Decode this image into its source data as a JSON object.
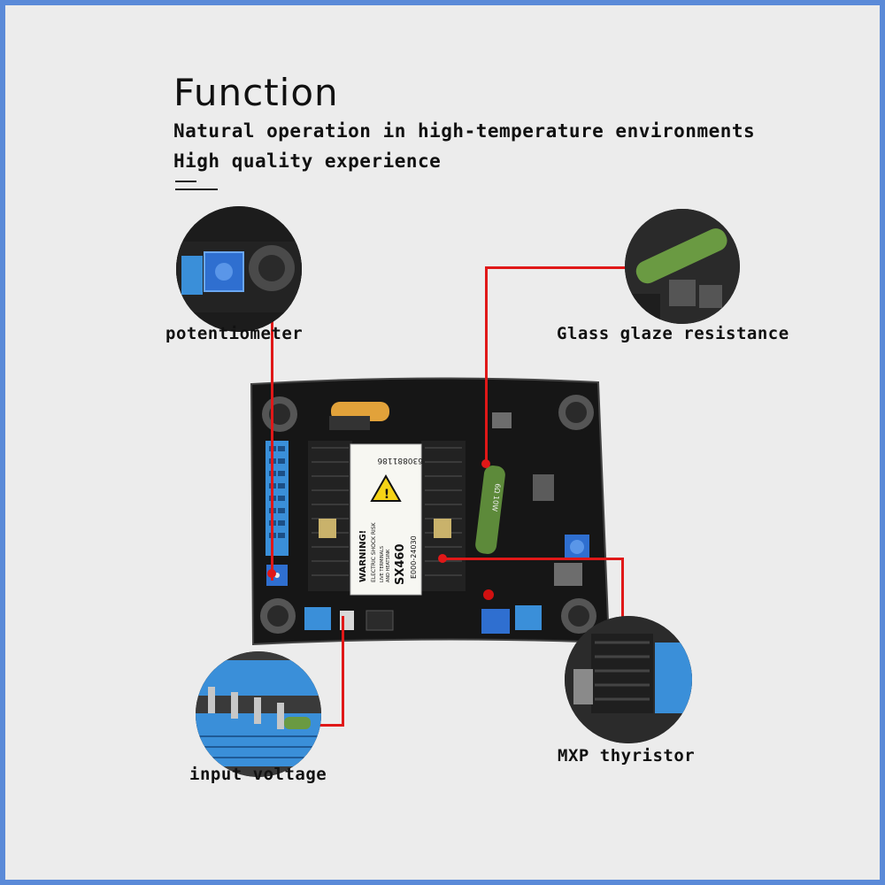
{
  "heading": "Function",
  "subtitle_lines": [
    "Natural operation in high-temperature environments",
    "High quality experience"
  ],
  "callouts": {
    "potentiometer": "potentiometer",
    "resistance": "Glass glaze resistance",
    "input_voltage": "input voltage",
    "thyristor": "MXP thyristor"
  },
  "board": {
    "model": "SX460",
    "code": "E000-24030",
    "part_no": "630881186",
    "warning_title": "WARNING!",
    "warning_text": "ELECTRIC SHOCK RISK",
    "warning_sub1": "LIVE TERMINALS",
    "warning_sub2": "AND HEATSINK",
    "resistor_text": "6Ω 10W"
  },
  "colors": {
    "frame": "#5a8ad8",
    "background": "#ececec",
    "pointer": "#e01818",
    "board": "#161616",
    "connector_blue": "#3a8fd9"
  }
}
